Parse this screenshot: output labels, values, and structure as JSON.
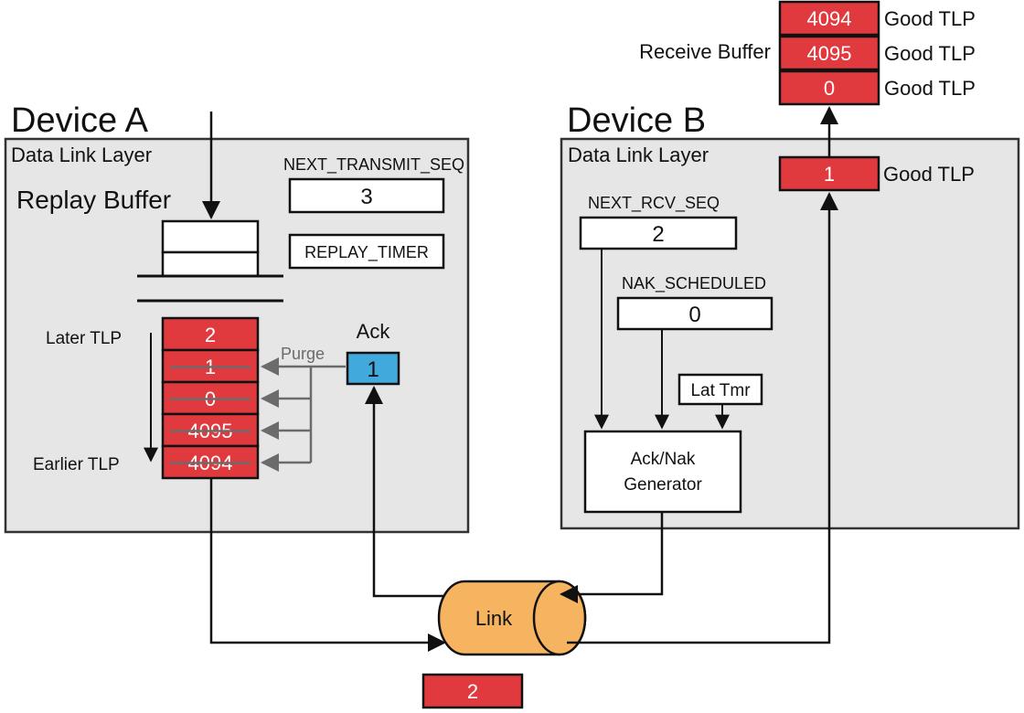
{
  "device_a": {
    "title": "Device A",
    "layer": "Data Link Layer",
    "replay_buffer_label": "Replay Buffer",
    "next_transmit_seq_label": "NEXT_TRANSMIT_SEQ",
    "next_transmit_seq_value": "3",
    "replay_timer_label": "REPLAY_TIMER",
    "later_tlp_label": "Later TLP",
    "earlier_tlp_label": "Earlier TLP",
    "buffer_entries": [
      {
        "seq": "2",
        "purged": false
      },
      {
        "seq": "1",
        "purged": true
      },
      {
        "seq": "0",
        "purged": true
      },
      {
        "seq": "4095",
        "purged": true
      },
      {
        "seq": "4094",
        "purged": true
      }
    ],
    "purge_label": "Purge",
    "ack_label": "Ack",
    "ack_value": "1"
  },
  "device_b": {
    "title": "Device B",
    "layer": "Data Link Layer",
    "next_rcv_seq_label": "NEXT_RCV_SEQ",
    "next_rcv_seq_value": "2",
    "nak_scheduled_label": "NAK_SCHEDULED",
    "nak_scheduled_value": "0",
    "lat_tmr_label": "Lat Tmr",
    "generator_label_line1": "Ack/Nak",
    "generator_label_line2": "Generator",
    "incoming_tlp_value": "1",
    "incoming_tlp_status": "Good TLP"
  },
  "receive_buffer": {
    "label": "Receive Buffer",
    "entries": [
      {
        "seq": "4094",
        "status": "Good TLP"
      },
      {
        "seq": "4095",
        "status": "Good TLP"
      },
      {
        "seq": "0",
        "status": "Good TLP"
      }
    ]
  },
  "link": {
    "label": "Link",
    "tlp_in_flight": "2"
  },
  "colors": {
    "tlp_red": "#e03a3f",
    "ack_blue": "#41a9dc",
    "link_orange": "#f6b461",
    "panel_gray": "#e6e6e6",
    "purge_gray": "#6b6b6b"
  }
}
